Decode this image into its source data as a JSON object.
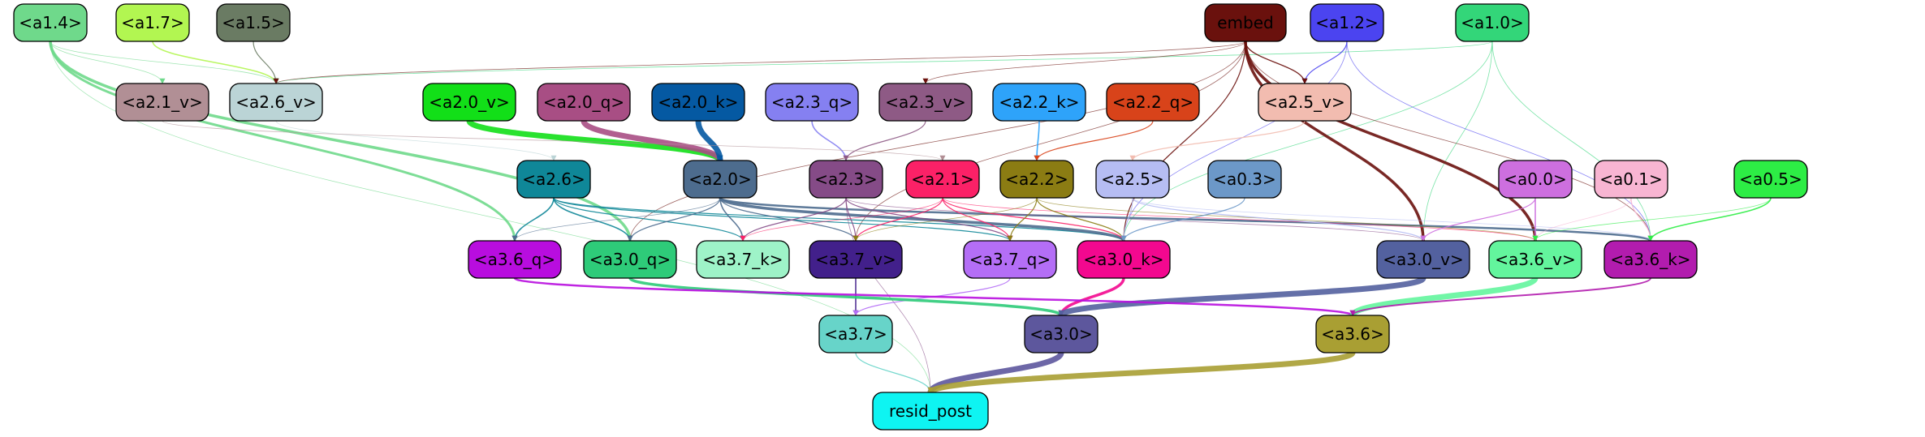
{
  "nodes": [
    {
      "id": "a1.4",
      "label": "<a1.4>",
      "fill": "#6fd98b",
      "text": "#000000"
    },
    {
      "id": "a1.7",
      "label": "<a1.7>",
      "fill": "#b2f651",
      "text": "#000000"
    },
    {
      "id": "a1.5",
      "label": "<a1.5>",
      "fill": "#6a7b63",
      "text": "#000000"
    },
    {
      "id": "embed",
      "label": "embed",
      "fill": "#6a110d",
      "text": "#000000"
    },
    {
      "id": "a1.2",
      "label": "<a1.2>",
      "fill": "#4b44f0",
      "text": "#000000"
    },
    {
      "id": "a1.0",
      "label": "<a1.0>",
      "fill": "#33d679",
      "text": "#000000"
    },
    {
      "id": "a2.1_v",
      "label": "<a2.1_v>",
      "fill": "#b18f95",
      "text": "#000000"
    },
    {
      "id": "a2.6_v",
      "label": "<a2.6_v>",
      "fill": "#bbd4d6",
      "text": "#000000"
    },
    {
      "id": "a2.5_v",
      "label": "<a2.5_v>",
      "fill": "#f2bcb0",
      "text": "#000000"
    },
    {
      "id": "a2.0_v",
      "label": "<a2.0_v>",
      "fill": "#12df18",
      "text": "#000000"
    },
    {
      "id": "a2.0_q",
      "label": "<a2.0_q>",
      "fill": "#a84e84",
      "text": "#000000"
    },
    {
      "id": "a2.0_k",
      "label": "<a2.0_k>",
      "fill": "#0559a2",
      "text": "#000000"
    },
    {
      "id": "a2.3_q",
      "label": "<a2.3_q>",
      "fill": "#8580f1",
      "text": "#000000"
    },
    {
      "id": "a2.3_v",
      "label": "<a2.3_v>",
      "fill": "#8e5a85",
      "text": "#000000"
    },
    {
      "id": "a2.2_k",
      "label": "<a2.2_k>",
      "fill": "#2ea3fa",
      "text": "#000000"
    },
    {
      "id": "a2.2_q",
      "label": "<a2.2_q>",
      "fill": "#d8431a",
      "text": "#000000"
    },
    {
      "id": "a2.6",
      "label": "<a2.6>",
      "fill": "#0f8798",
      "text": "#000000"
    },
    {
      "id": "a2.0",
      "label": "<a2.0>",
      "fill": "#4d6c8e",
      "text": "#000000"
    },
    {
      "id": "a2.3",
      "label": "<a2.3>",
      "fill": "#854b87",
      "text": "#000000"
    },
    {
      "id": "a2.1",
      "label": "<a2.1>",
      "fill": "#fb2167",
      "text": "#000000"
    },
    {
      "id": "a2.2",
      "label": "<a2.2>",
      "fill": "#8b7c13",
      "text": "#000000"
    },
    {
      "id": "a2.5",
      "label": "<a2.5>",
      "fill": "#b6bdf3",
      "text": "#000000"
    },
    {
      "id": "a0.3",
      "label": "<a0.3>",
      "fill": "#6c98c8",
      "text": "#000000"
    },
    {
      "id": "a0.0",
      "label": "<a0.0>",
      "fill": "#cd6fdf",
      "text": "#000000"
    },
    {
      "id": "a0.1",
      "label": "<a0.1>",
      "fill": "#f8b5d2",
      "text": "#000000"
    },
    {
      "id": "a0.5",
      "label": "<a0.5>",
      "fill": "#2ded45",
      "text": "#000000"
    },
    {
      "id": "a3.6_q",
      "label": "<a3.6_q>",
      "fill": "#b80ddf",
      "text": "#000000"
    },
    {
      "id": "a3.0_q",
      "label": "<a3.0_q>",
      "fill": "#2ecb79",
      "text": "#000000"
    },
    {
      "id": "a3.7_k",
      "label": "<a3.7_k>",
      "fill": "#9ef3c8",
      "text": "#000000"
    },
    {
      "id": "a3.7_v",
      "label": "<a3.7_v>",
      "fill": "#42208b",
      "text": "#000000"
    },
    {
      "id": "a3.7_q",
      "label": "<a3.7_q>",
      "fill": "#b46ef6",
      "text": "#000000"
    },
    {
      "id": "a3.0_k",
      "label": "<a3.0_k>",
      "fill": "#f3088f",
      "text": "#000000"
    },
    {
      "id": "a3.0_v",
      "label": "<a3.0_v>",
      "fill": "#53619f",
      "text": "#000000"
    },
    {
      "id": "a3.6_v",
      "label": "<a3.6_v>",
      "fill": "#63f59d",
      "text": "#000000"
    },
    {
      "id": "a3.6_k",
      "label": "<a3.6_k>",
      "fill": "#b21cae",
      "text": "#000000"
    },
    {
      "id": "a3.7",
      "label": "<a3.7>",
      "fill": "#67d4c9",
      "text": "#000000"
    },
    {
      "id": "a3.0",
      "label": "<a3.0>",
      "fill": "#5d579d",
      "text": "#000000"
    },
    {
      "id": "a3.6",
      "label": "<a3.6>",
      "fill": "#a99f33",
      "text": "#000000"
    },
    {
      "id": "resid_post",
      "label": "resid_post",
      "fill": "#0ef4f2",
      "text": "#000000"
    }
  ],
  "edges": [
    {
      "from": "a1.7",
      "to": "a2.6_v",
      "color": "#b2f651",
      "weight": 1.6
    },
    {
      "from": "a1.5",
      "to": "a2.6_v",
      "color": "#6a7b63",
      "weight": 1.2
    },
    {
      "from": "a1.4",
      "to": "a2.6_v",
      "color": "#6fd98b",
      "weight": 0.8
    },
    {
      "from": "a1.4",
      "to": "a2.1_v",
      "color": "#6fd98b",
      "weight": 0.8
    },
    {
      "from": "a1.4",
      "to": "a3.6_q",
      "color": "#6fd98b",
      "weight": 3
    },
    {
      "from": "a1.4",
      "to": "a3.0_q",
      "color": "#6fd98b",
      "weight": 3.5
    },
    {
      "from": "a1.4",
      "to": "resid_post",
      "color": "#6fd98b",
      "weight": 0.7
    },
    {
      "from": "a1.0",
      "to": "a2.6_v",
      "color": "#33d679",
      "weight": 0.8
    },
    {
      "from": "a1.0",
      "to": "a3.0_v",
      "color": "#33d679",
      "weight": 0.8
    },
    {
      "from": "a1.0",
      "to": "a3.0_k",
      "color": "#33d679",
      "weight": 0.8
    },
    {
      "from": "a1.0",
      "to": "a3.6_k",
      "color": "#33d679",
      "weight": 0.8
    },
    {
      "from": "a1.2",
      "to": "a2.5_v",
      "color": "#4b44f0",
      "weight": 1.2
    },
    {
      "from": "a1.2",
      "to": "a3.0_k",
      "color": "#4b44f0",
      "weight": 0.8
    },
    {
      "from": "a1.2",
      "to": "a3.6_k",
      "color": "#4b44f0",
      "weight": 0.8
    },
    {
      "from": "embed",
      "to": "a2.6_v",
      "color": "#6a110d",
      "weight": 0.8
    },
    {
      "from": "embed",
      "to": "a2.5_v",
      "color": "#6a110d",
      "weight": 1.4
    },
    {
      "from": "embed",
      "to": "a2.3_v",
      "color": "#6a110d",
      "weight": 0.8
    },
    {
      "from": "embed",
      "to": "a3.0_v",
      "color": "#6a110d",
      "weight": 3.5
    },
    {
      "from": "embed",
      "to": "a3.6_v",
      "color": "#6a110d",
      "weight": 3.5
    },
    {
      "from": "embed",
      "to": "a3.0_k",
      "color": "#6a110d",
      "weight": 1.2
    },
    {
      "from": "embed",
      "to": "a3.6_k",
      "color": "#6a110d",
      "weight": 0.8
    },
    {
      "from": "embed",
      "to": "a3.0_q",
      "color": "#6a110d",
      "weight": 0.8
    },
    {
      "from": "embed",
      "to": "a3.7_v",
      "color": "#6a110d",
      "weight": 0.8
    },
    {
      "from": "a2.0_v",
      "to": "a2.0",
      "color": "#12df18",
      "weight": 7
    },
    {
      "from": "a2.0_q",
      "to": "a2.0",
      "color": "#a84e84",
      "weight": 7
    },
    {
      "from": "a2.0_k",
      "to": "a2.0",
      "color": "#0559a2",
      "weight": 7
    },
    {
      "from": "a2.3_q",
      "to": "a2.3",
      "color": "#8580f1",
      "weight": 1.6
    },
    {
      "from": "a2.3_v",
      "to": "a2.3",
      "color": "#8e5a85",
      "weight": 1.2
    },
    {
      "from": "a2.2_k",
      "to": "a2.2",
      "color": "#2ea3fa",
      "weight": 1.6
    },
    {
      "from": "a2.2_q",
      "to": "a2.2",
      "color": "#d8431a",
      "weight": 1.2
    },
    {
      "from": "a2.5_v",
      "to": "a2.5",
      "color": "#f2bcb0",
      "weight": 1.2
    },
    {
      "from": "a2.6_v",
      "to": "a2.6",
      "color": "#bbd4d6",
      "weight": 0.8
    },
    {
      "from": "a2.1_v",
      "to": "a2.1",
      "color": "#b18f95",
      "weight": 0.8
    },
    {
      "from": "a2.6",
      "to": "a3.6_q",
      "color": "#0f8798",
      "weight": 1.6
    },
    {
      "from": "a2.6",
      "to": "a3.0_q",
      "color": "#0f8798",
      "weight": 1.6
    },
    {
      "from": "a2.6",
      "to": "a3.7_k",
      "color": "#0f8798",
      "weight": 1.2
    },
    {
      "from": "a2.6",
      "to": "a3.7_q",
      "color": "#0f8798",
      "weight": 1.2
    },
    {
      "from": "a2.6",
      "to": "a3.0_k",
      "color": "#0f8798",
      "weight": 1.2
    },
    {
      "from": "a2.0",
      "to": "a3.0_q",
      "color": "#4d6c8e",
      "weight": 1.2
    },
    {
      "from": "a2.0",
      "to": "a3.7_k",
      "color": "#4d6c8e",
      "weight": 1.6
    },
    {
      "from": "a2.0",
      "to": "a3.7_v",
      "color": "#4d6c8e",
      "weight": 1.2
    },
    {
      "from": "a2.0",
      "to": "a3.0_k",
      "color": "#4d6c8e",
      "weight": 3.5
    },
    {
      "from": "a2.0",
      "to": "a3.6_q",
      "color": "#4d6c8e",
      "weight": 0.8
    },
    {
      "from": "a2.0",
      "to": "a3.6_k",
      "color": "#4d6c8e",
      "weight": 2.5
    },
    {
      "from": "a2.3",
      "to": "a3.7_v",
      "color": "#854b87",
      "weight": 1.2
    },
    {
      "from": "a2.3",
      "to": "a3.7_k",
      "color": "#854b87",
      "weight": 1.2
    },
    {
      "from": "a2.3",
      "to": "a3.7_q",
      "color": "#854b87",
      "weight": 1.2
    },
    {
      "from": "a2.3",
      "to": "a3.0_v",
      "color": "#854b87",
      "weight": 0.8
    },
    {
      "from": "a2.3",
      "to": "resid_post",
      "color": "#854b87",
      "weight": 0.8
    },
    {
      "from": "a2.1",
      "to": "a3.7_v",
      "color": "#fb2167",
      "weight": 1.2
    },
    {
      "from": "a2.1",
      "to": "a3.7_q",
      "color": "#fb2167",
      "weight": 1.2
    },
    {
      "from": "a2.1",
      "to": "a3.0_k",
      "color": "#fb2167",
      "weight": 1.2
    },
    {
      "from": "a2.1",
      "to": "a3.6_v",
      "color": "#fb2167",
      "weight": 0.8
    },
    {
      "from": "a2.1",
      "to": "a3.7_k",
      "color": "#fb2167",
      "weight": 0.8
    },
    {
      "from": "a2.2",
      "to": "a3.7_q",
      "color": "#8b7c13",
      "weight": 1.2
    },
    {
      "from": "a2.2",
      "to": "a3.0_k",
      "color": "#8b7c13",
      "weight": 1.2
    },
    {
      "from": "a2.2",
      "to": "a3.7_v",
      "color": "#8b7c13",
      "weight": 0.8
    },
    {
      "from": "a2.2",
      "to": "a3.6_v",
      "color": "#8b7c13",
      "weight": 0.8
    },
    {
      "from": "a2.5",
      "to": "a3.0_k",
      "color": "#b6bdf3",
      "weight": 1.2
    },
    {
      "from": "a2.5",
      "to": "a3.0_v",
      "color": "#b6bdf3",
      "weight": 1.2
    },
    {
      "from": "a2.5",
      "to": "a3.6_k",
      "color": "#b6bdf3",
      "weight": 0.8
    },
    {
      "from": "a0.3",
      "to": "a3.0_k",
      "color": "#6c98c8",
      "weight": 1.2
    },
    {
      "from": "a0.0",
      "to": "a3.0_v",
      "color": "#cd6fdf",
      "weight": 1.2
    },
    {
      "from": "a0.0",
      "to": "a3.6_v",
      "color": "#cd6fdf",
      "weight": 1.6
    },
    {
      "from": "a0.1",
      "to": "a3.6_k",
      "color": "#f8b5d2",
      "weight": 1.2
    },
    {
      "from": "a0.1",
      "to": "a3.6_v",
      "color": "#f8b5d2",
      "weight": 0.8
    },
    {
      "from": "a0.5",
      "to": "a3.6_k",
      "color": "#2ded45",
      "weight": 1.6
    },
    {
      "from": "a0.5",
      "to": "a3.6_v",
      "color": "#2ded45",
      "weight": 0.8
    },
    {
      "from": "a3.7_v",
      "to": "a3.7",
      "color": "#42208b",
      "weight": 1.6
    },
    {
      "from": "a3.7_q",
      "to": "a3.7",
      "color": "#b46ef6",
      "weight": 1.2
    },
    {
      "from": "a3.0_q",
      "to": "a3.0",
      "color": "#2ecb79",
      "weight": 3.5
    },
    {
      "from": "a3.0_k",
      "to": "a3.0",
      "color": "#f3088f",
      "weight": 3.5
    },
    {
      "from": "a3.0_v",
      "to": "a3.0",
      "color": "#53619f",
      "weight": 7
    },
    {
      "from": "a3.6_q",
      "to": "a3.6",
      "color": "#b80ddf",
      "weight": 2.5
    },
    {
      "from": "a3.6_v",
      "to": "a3.6",
      "color": "#63f59d",
      "weight": 7
    },
    {
      "from": "a3.6_k",
      "to": "a3.6",
      "color": "#b21cae",
      "weight": 2
    },
    {
      "from": "a3.7",
      "to": "resid_post",
      "color": "#67d4c9",
      "weight": 1.2
    },
    {
      "from": "a3.0",
      "to": "resid_post",
      "color": "#5d579d",
      "weight": 7
    },
    {
      "from": "a3.6",
      "to": "resid_post",
      "color": "#a99f33",
      "weight": 7
    }
  ]
}
